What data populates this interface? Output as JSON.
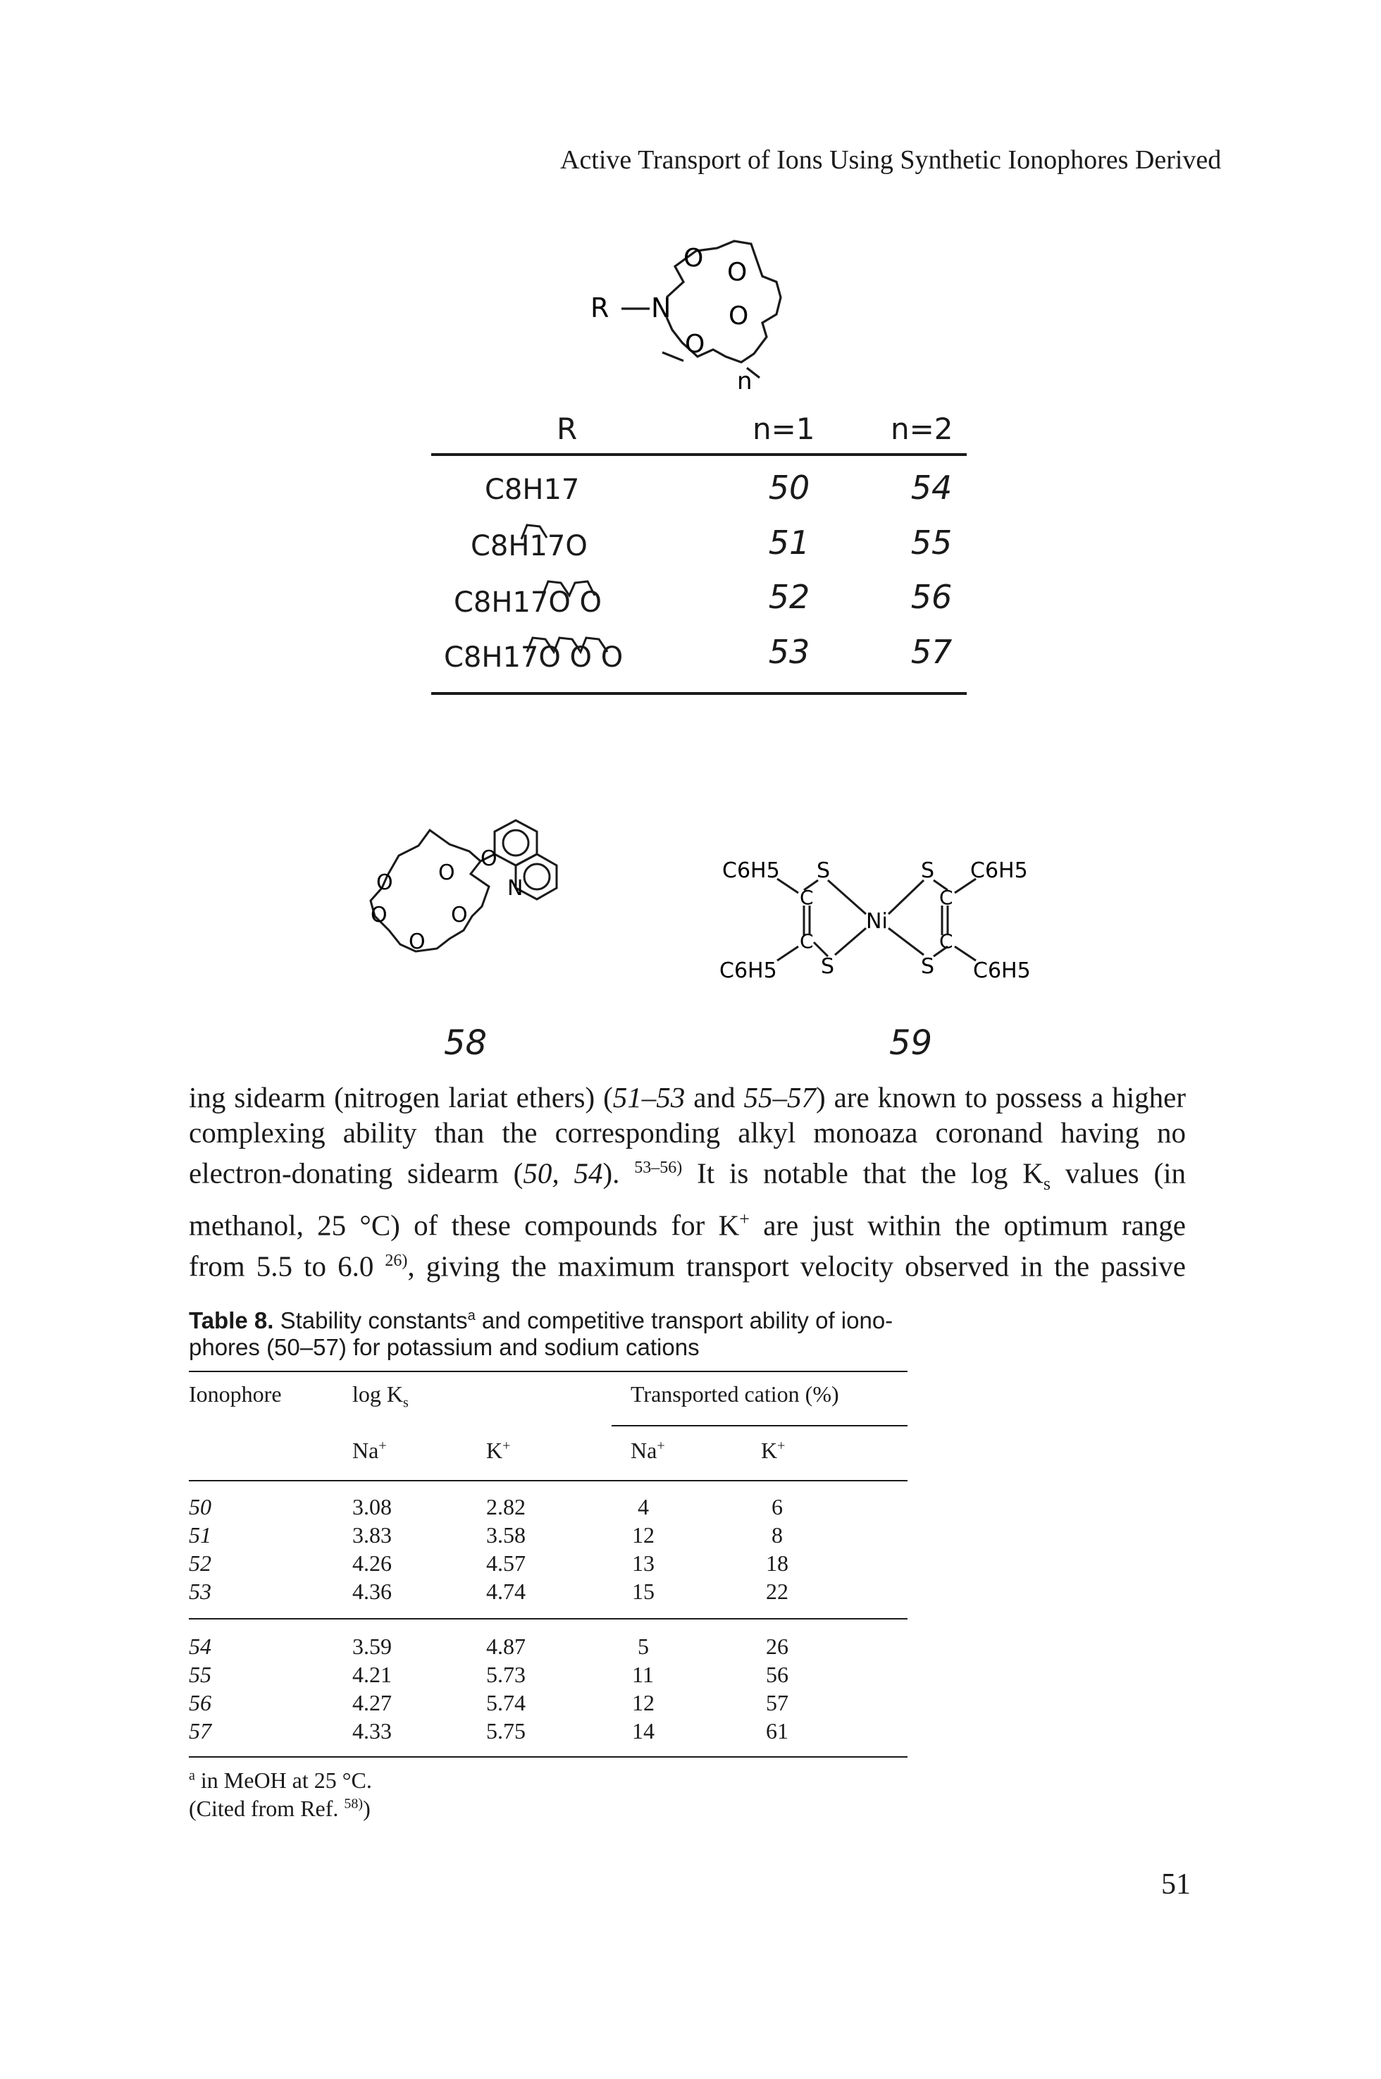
{
  "running_head": "Active Transport of Ions Using Synthetic Ionophores Derived",
  "scheme_top": {
    "labels": {
      "R": "R",
      "N": "N",
      "O": "O",
      "n": "n"
    },
    "header": {
      "r": "R",
      "n1": "n=1",
      "n2": "n=2"
    },
    "rows": [
      {
        "r": "C8H17",
        "n1": "50",
        "n2": "54"
      },
      {
        "r": "C8H17O",
        "n1": "51",
        "n2": "55"
      },
      {
        "r": "C8H17O O",
        "n1": "52",
        "n2": "56"
      },
      {
        "r": "C8H17O O O",
        "n1": "53",
        "n2": "57"
      }
    ]
  },
  "compounds": {
    "c58": {
      "label": "58",
      "atoms": {
        "O": "O",
        "N": "N"
      }
    },
    "c59": {
      "label": "59",
      "atoms": {
        "C6H5": "C6H5",
        "S": "S",
        "C": "C",
        "Ni": "Ni"
      }
    }
  },
  "body_text": {
    "l1_a": "ing sidearm (nitrogen lariat ethers) (",
    "l1_b": "51–53",
    "l1_c": " and ",
    "l1_d": "55–57",
    "l1_e": ") are known to possess a higher",
    "l2": "complexing ability than the corresponding alkyl monoaza coronand having no",
    "l3_a": "electron-donating sidearm (",
    "l3_b": "50, 54",
    "l3_c": "). ",
    "l3_ref": "53–56)",
    "l3_d": " It is notable that the log K",
    "l3_sub": "s",
    "l3_e": " values (in",
    "l4_a": "methanol, 25 °C) of these compounds for K",
    "l4_sup": "+",
    "l4_b": " are just within the optimum range",
    "l5_a": "from 5.5 to 6.0 ",
    "l5_ref": "26)",
    "l5_b": ", giving the maximum transport velocity observed in the passive"
  },
  "table": {
    "caption_label": "Table 8.",
    "caption_a": " Stability constants",
    "caption_sup": "a",
    "caption_b": " and competitive transport ability of iono-",
    "caption_c": "phores (50–57) for potassium and sodium cations",
    "col_ionophore": "Ionophore",
    "col_logks_a": "log K",
    "col_logks_sub": "s",
    "col_transported": "Transported cation (%)",
    "na": "Na",
    "k": "K",
    "plus": "+",
    "group1": [
      {
        "ion": "50",
        "logNa": "3.08",
        "logK": "2.82",
        "trNa": "4",
        "trK": "6"
      },
      {
        "ion": "51",
        "logNa": "3.83",
        "logK": "3.58",
        "trNa": "12",
        "trK": "8"
      },
      {
        "ion": "52",
        "logNa": "4.26",
        "logK": "4.57",
        "trNa": "13",
        "trK": "18"
      },
      {
        "ion": "53",
        "logNa": "4.36",
        "logK": "4.74",
        "trNa": "15",
        "trK": "22"
      }
    ],
    "group2": [
      {
        "ion": "54",
        "logNa": "3.59",
        "logK": "4.87",
        "trNa": "5",
        "trK": "26"
      },
      {
        "ion": "55",
        "logNa": "4.21",
        "logK": "5.73",
        "trNa": "11",
        "trK": "56"
      },
      {
        "ion": "56",
        "logNa": "4.27",
        "logK": "5.74",
        "trNa": "12",
        "trK": "57"
      },
      {
        "ion": "57",
        "logNa": "4.33",
        "logK": "5.75",
        "trNa": "14",
        "trK": "61"
      }
    ],
    "footnote_sup": "a",
    "footnote": " in MeOH at 25 °C.",
    "cited_a": "(Cited from Ref. ",
    "cited_ref": "58)",
    "cited_b": ")"
  },
  "page_number": "51"
}
